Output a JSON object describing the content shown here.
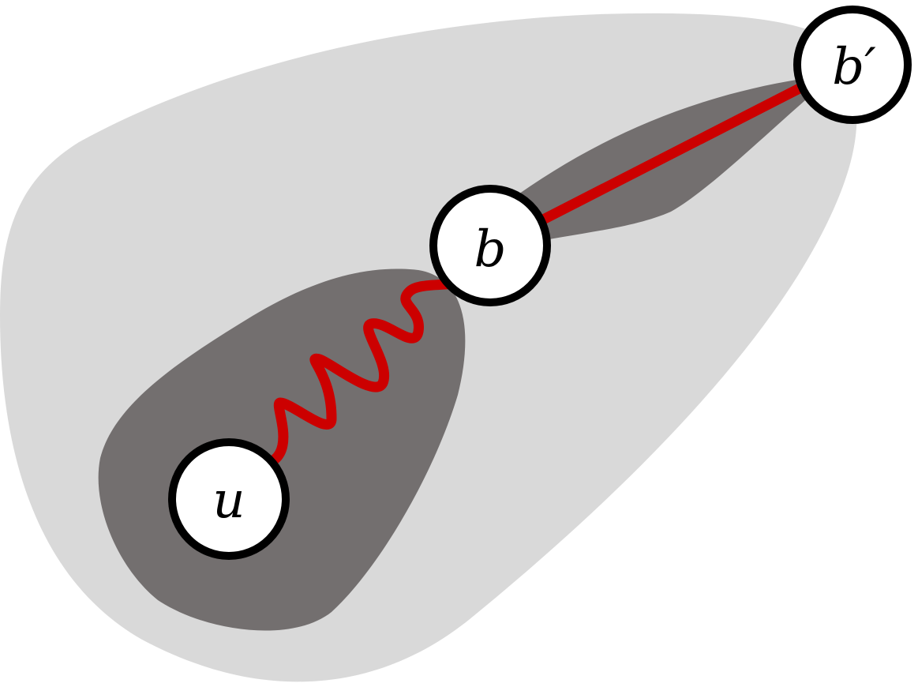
{
  "colors": {
    "outer_region": "#d9d9d9",
    "inner_region": "#736f6f",
    "path": "#cc0000",
    "node_fill": "#ffffff",
    "node_stroke": "#000000"
  },
  "nodes": {
    "u": {
      "label": "u"
    },
    "b": {
      "label": "b"
    },
    "b_prime": {
      "label": "b′"
    }
  },
  "edges": [
    {
      "from": "u",
      "to": "b",
      "style": "wavy",
      "color": "red"
    },
    {
      "from": "b",
      "to": "b′",
      "style": "straight",
      "color": "red"
    }
  ]
}
